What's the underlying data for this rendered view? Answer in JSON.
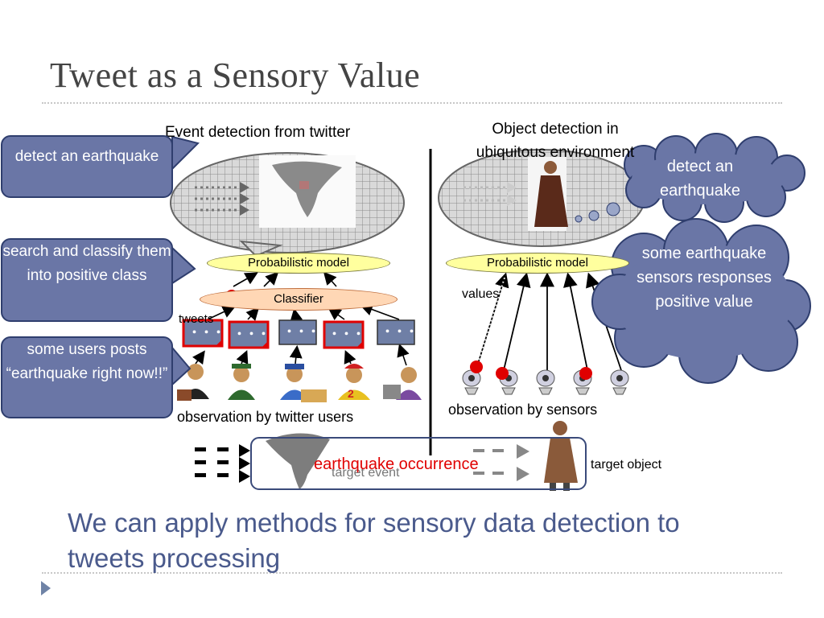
{
  "slide": {
    "title": "Tweet as a Sensory Value",
    "footer_text": "We can apply methods for sensory data detection to tweets processing"
  },
  "left_panel": {
    "heading": "Event detection from twitter",
    "model_label": "Probabilistic model",
    "classifier_label": "Classifier",
    "tweets_label": "tweets",
    "observation_label": "observation by twitter users",
    "event_label": "target event"
  },
  "right_panel": {
    "heading_line1": "Object detection in",
    "heading_line2": "ubiquitous environment",
    "model_label": "Probabilistic model",
    "values_label": "values",
    "observation_label": "observation by sensors",
    "target_label": "target object"
  },
  "callouts": {
    "detect_left": "detect an earthquake",
    "search_classify": "search and classify them into positive class",
    "users_post": "some users posts “earthquake right now!!”",
    "detect_right": "detect an earthquake",
    "sensors": "some earthquake sensors responses positive value"
  },
  "bottom_box": {
    "label": "earthquake occurrence"
  },
  "tweet_glyph": "・・・",
  "colors": {
    "callout_fill": "#6a76a6",
    "callout_border": "#2f3e6e",
    "model_fill": "#ffff9e",
    "classifier_fill": "#ffd7b5",
    "accent_red": "#e00000",
    "footer_text": "#4a5a8c",
    "title_text": "#444444"
  }
}
